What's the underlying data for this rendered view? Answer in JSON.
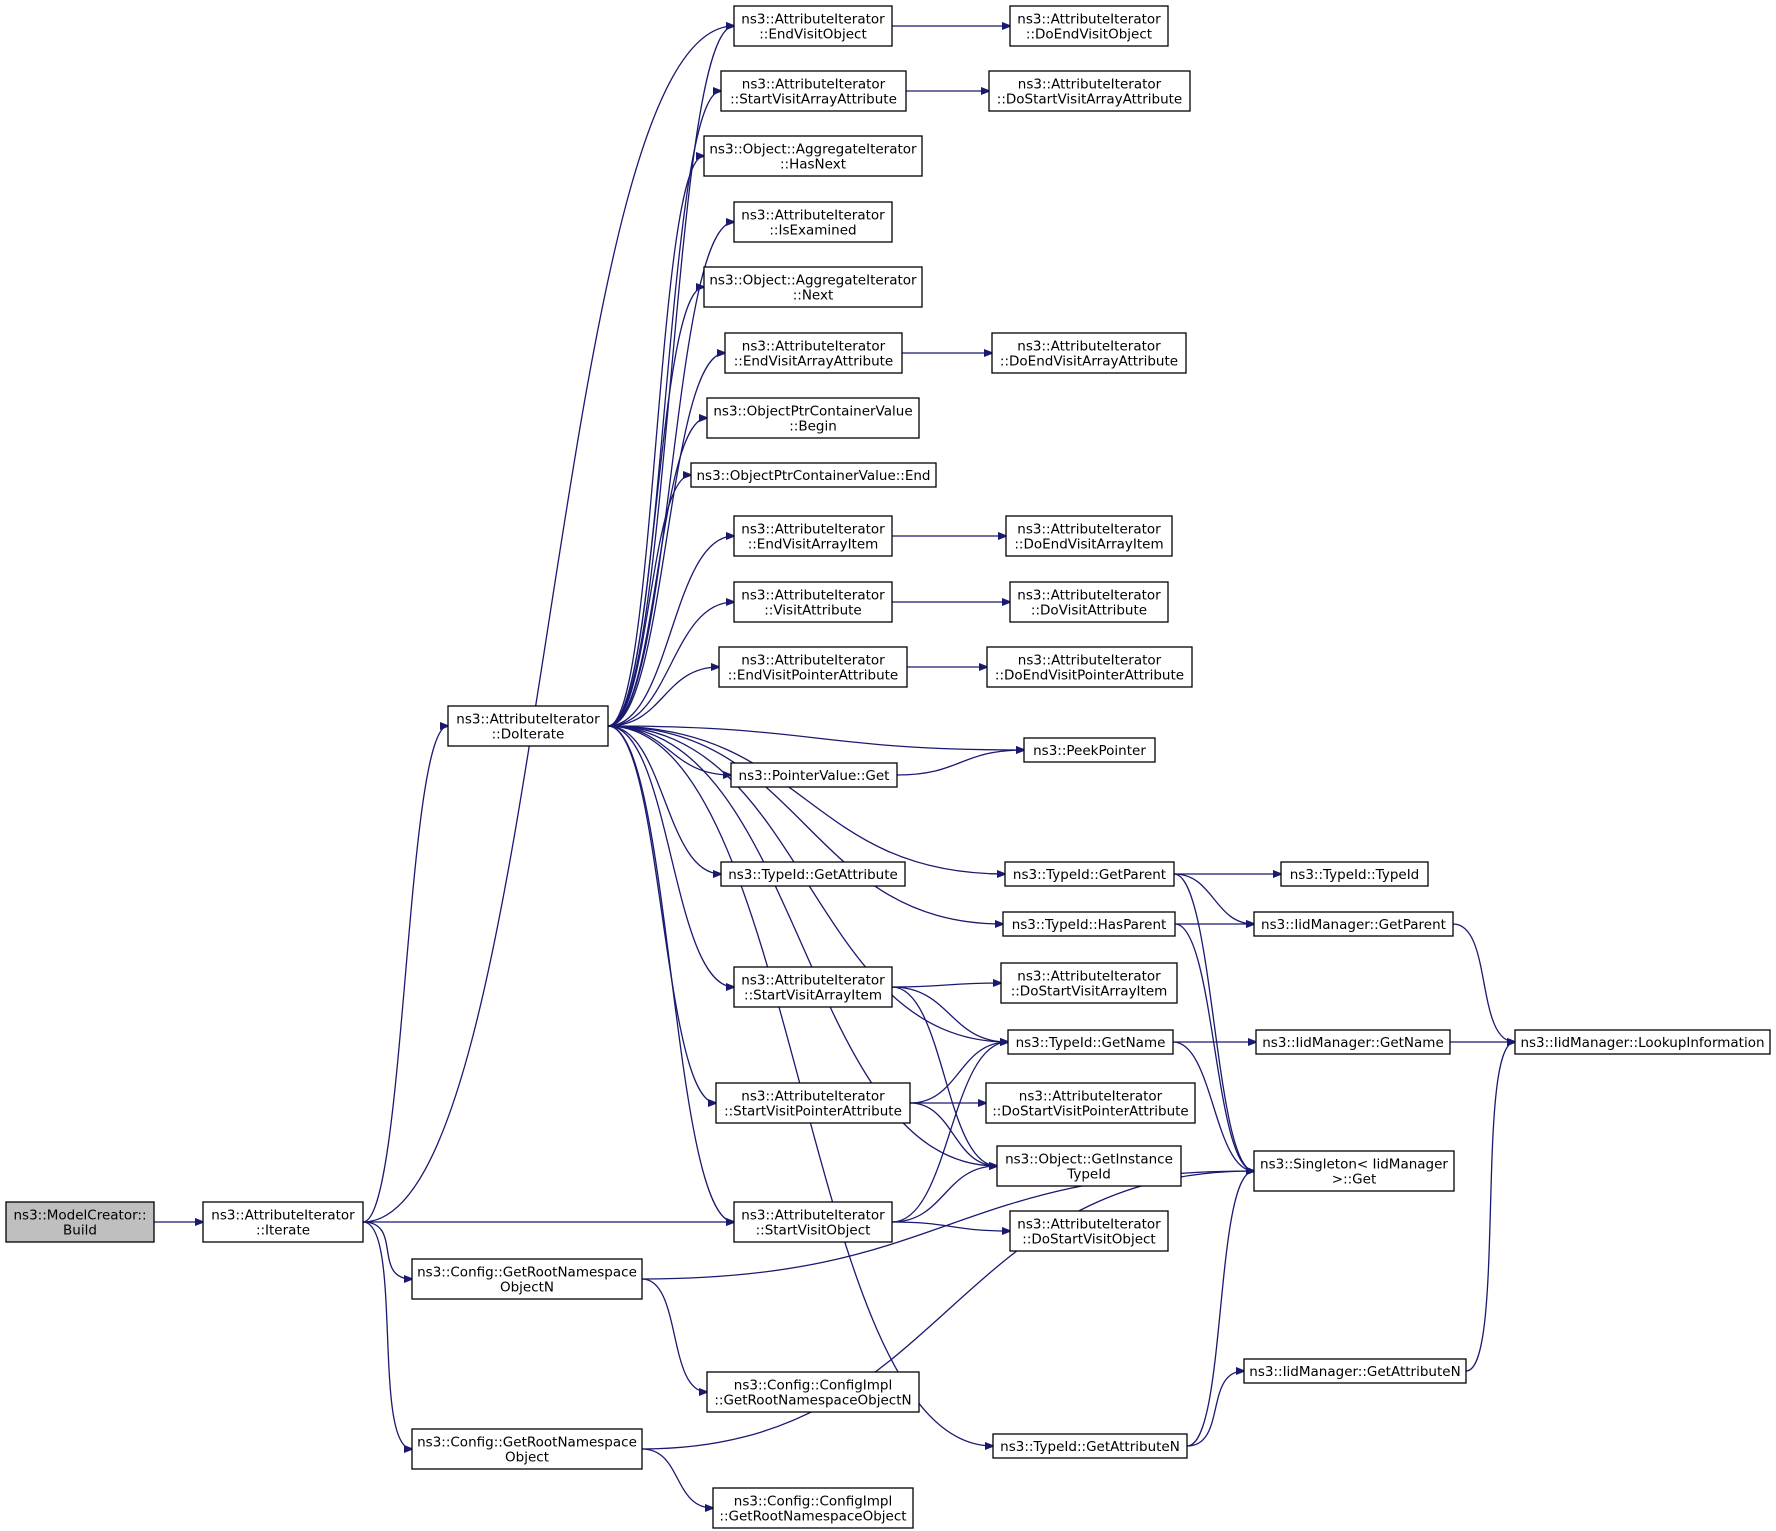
{
  "colors": {
    "edge": "#191970",
    "node_border": "#000000",
    "node_fill": "#ffffff",
    "root_fill": "#bfbfbf"
  },
  "nodes": {
    "build": [
      "ns3::ModelCreator::",
      "Build"
    ],
    "iterate": [
      "ns3::AttributeIterator",
      "::Iterate"
    ],
    "doiterate": [
      "ns3::AttributeIterator",
      "::DoIterate"
    ],
    "endvisitobject": [
      "ns3::AttributeIterator",
      "::EndVisitObject"
    ],
    "doendvisitobject": [
      "ns3::AttributeIterator",
      "::DoEndVisitObject"
    ],
    "startvisitarrayattr": [
      "ns3::AttributeIterator",
      "::StartVisitArrayAttribute"
    ],
    "dostartvisitarrayattr": [
      "ns3::AttributeIterator",
      "::DoStartVisitArrayAttribute"
    ],
    "aggr_hasnext": [
      "ns3::Object::AggregateIterator",
      "::HasNext"
    ],
    "isexamined": [
      "ns3::AttributeIterator",
      "::IsExamined"
    ],
    "aggr_next": [
      "ns3::Object::AggregateIterator",
      "::Next"
    ],
    "endvisitarrayattr": [
      "ns3::AttributeIterator",
      "::EndVisitArrayAttribute"
    ],
    "doendvisitarrayattr": [
      "ns3::AttributeIterator",
      "::DoEndVisitArrayAttribute"
    ],
    "optr_begin": [
      "ns3::ObjectPtrContainerValue",
      "::Begin"
    ],
    "optr_end": [
      "ns3::ObjectPtrContainerValue::End"
    ],
    "endvisitarrayitem": [
      "ns3::AttributeIterator",
      "::EndVisitArrayItem"
    ],
    "doendvisitarrayitem": [
      "ns3::AttributeIterator",
      "::DoEndVisitArrayItem"
    ],
    "visitattribute": [
      "ns3::AttributeIterator",
      "::VisitAttribute"
    ],
    "dovisitattribute": [
      "ns3::AttributeIterator",
      "::DoVisitAttribute"
    ],
    "endvisitptrattr": [
      "ns3::AttributeIterator",
      "::EndVisitPointerAttribute"
    ],
    "doendvisitptrattr": [
      "ns3::AttributeIterator",
      "::DoEndVisitPointerAttribute"
    ],
    "peekpointer": [
      "ns3::PeekPointer"
    ],
    "ptrvalue_get": [
      "ns3::PointerValue::Get"
    ],
    "typeid_getattribute": [
      "ns3::TypeId::GetAttribute"
    ],
    "typeid_getparent": [
      "ns3::TypeId::GetParent"
    ],
    "typeid_typeid": [
      "ns3::TypeId::TypeId"
    ],
    "typeid_hasparent": [
      "ns3::TypeId::HasParent"
    ],
    "iid_getparent": [
      "ns3::IidManager::GetParent"
    ],
    "startvisitarrayitem": [
      "ns3::AttributeIterator",
      "::StartVisitArrayItem"
    ],
    "dostartvisitarrayitem": [
      "ns3::AttributeIterator",
      "::DoStartVisitArrayItem"
    ],
    "typeid_getname": [
      "ns3::TypeId::GetName"
    ],
    "iid_getname": [
      "ns3::IidManager::GetName"
    ],
    "iid_lookup": [
      "ns3::IidManager::LookupInformation"
    ],
    "startvisitptrattr": [
      "ns3::AttributeIterator",
      "::StartVisitPointerAttribute"
    ],
    "dostartvisitptrattr": [
      "ns3::AttributeIterator",
      "::DoStartVisitPointerAttribute"
    ],
    "getinstancetypeid": [
      "ns3::Object::GetInstance",
      "TypeId"
    ],
    "singleton_get": [
      "ns3::Singleton< IidManager",
      ">::Get"
    ],
    "startvisitobject": [
      "ns3::AttributeIterator",
      "::StartVisitObject"
    ],
    "dostartvisitobject": [
      "ns3::AttributeIterator",
      "::DoStartVisitObject"
    ],
    "cfg_getrootnsobjn": [
      "ns3::Config::GetRootNamespace",
      "ObjectN"
    ],
    "cfgimpl_getrootnsobjn": [
      "ns3::Config::ConfigImpl",
      "::GetRootNamespaceObjectN"
    ],
    "iid_getattributen": [
      "ns3::IidManager::GetAttributeN"
    ],
    "cfg_getrootnsobj": [
      "ns3::Config::GetRootNamespace",
      "Object"
    ],
    "typeid_getattributen": [
      "ns3::TypeId::GetAttributeN"
    ],
    "cfgimpl_getrootnsobj": [
      "ns3::Config::ConfigImpl",
      "::GetRootNamespaceObject"
    ]
  },
  "edges": [
    [
      "build",
      "iterate"
    ],
    [
      "iterate",
      "doiterate"
    ],
    [
      "iterate",
      "endvisitobject"
    ],
    [
      "iterate",
      "startvisitobject"
    ],
    [
      "iterate",
      "cfg_getrootnsobjn"
    ],
    [
      "iterate",
      "cfg_getrootnsobj"
    ],
    [
      "doiterate",
      "endvisitobject"
    ],
    [
      "doiterate",
      "startvisitarrayattr"
    ],
    [
      "doiterate",
      "aggr_hasnext"
    ],
    [
      "doiterate",
      "isexamined"
    ],
    [
      "doiterate",
      "aggr_next"
    ],
    [
      "doiterate",
      "endvisitarrayattr"
    ],
    [
      "doiterate",
      "optr_begin"
    ],
    [
      "doiterate",
      "optr_end"
    ],
    [
      "doiterate",
      "endvisitarrayitem"
    ],
    [
      "doiterate",
      "visitattribute"
    ],
    [
      "doiterate",
      "endvisitptrattr"
    ],
    [
      "doiterate",
      "peekpointer"
    ],
    [
      "doiterate",
      "ptrvalue_get"
    ],
    [
      "doiterate",
      "typeid_getattribute"
    ],
    [
      "doiterate",
      "typeid_getparent"
    ],
    [
      "doiterate",
      "typeid_hasparent"
    ],
    [
      "doiterate",
      "startvisitarrayitem"
    ],
    [
      "doiterate",
      "typeid_getname"
    ],
    [
      "doiterate",
      "startvisitptrattr"
    ],
    [
      "doiterate",
      "getinstancetypeid"
    ],
    [
      "doiterate",
      "startvisitobject"
    ],
    [
      "doiterate",
      "typeid_getattributen"
    ],
    [
      "endvisitobject",
      "doendvisitobject"
    ],
    [
      "startvisitarrayattr",
      "dostartvisitarrayattr"
    ],
    [
      "endvisitarrayattr",
      "doendvisitarrayattr"
    ],
    [
      "endvisitarrayitem",
      "doendvisitarrayitem"
    ],
    [
      "visitattribute",
      "dovisitattribute"
    ],
    [
      "endvisitptrattr",
      "doendvisitptrattr"
    ],
    [
      "ptrvalue_get",
      "peekpointer"
    ],
    [
      "typeid_getparent",
      "typeid_typeid"
    ],
    [
      "typeid_getparent",
      "iid_getparent"
    ],
    [
      "typeid_getparent",
      "singleton_get"
    ],
    [
      "typeid_hasparent",
      "iid_getparent"
    ],
    [
      "typeid_hasparent",
      "singleton_get"
    ],
    [
      "iid_getparent",
      "iid_lookup"
    ],
    [
      "startvisitarrayitem",
      "dostartvisitarrayitem"
    ],
    [
      "startvisitarrayitem",
      "typeid_getname"
    ],
    [
      "startvisitarrayitem",
      "getinstancetypeid"
    ],
    [
      "typeid_getname",
      "iid_getname"
    ],
    [
      "typeid_getname",
      "singleton_get"
    ],
    [
      "iid_getname",
      "iid_lookup"
    ],
    [
      "startvisitptrattr",
      "typeid_getname"
    ],
    [
      "startvisitptrattr",
      "dostartvisitptrattr"
    ],
    [
      "startvisitptrattr",
      "getinstancetypeid"
    ],
    [
      "startvisitobject",
      "typeid_getname"
    ],
    [
      "startvisitobject",
      "getinstancetypeid"
    ],
    [
      "startvisitobject",
      "dostartvisitobject"
    ],
    [
      "cfg_getrootnsobjn",
      "cfgimpl_getrootnsobjn"
    ],
    [
      "cfg_getrootnsobjn",
      "singleton_get"
    ],
    [
      "cfg_getrootnsobj",
      "singleton_get"
    ],
    [
      "cfg_getrootnsobj",
      "cfgimpl_getrootnsobj"
    ],
    [
      "iid_getattributen",
      "iid_lookup"
    ],
    [
      "typeid_getattributen",
      "iid_getattributen"
    ],
    [
      "typeid_getattributen",
      "singleton_get"
    ]
  ]
}
